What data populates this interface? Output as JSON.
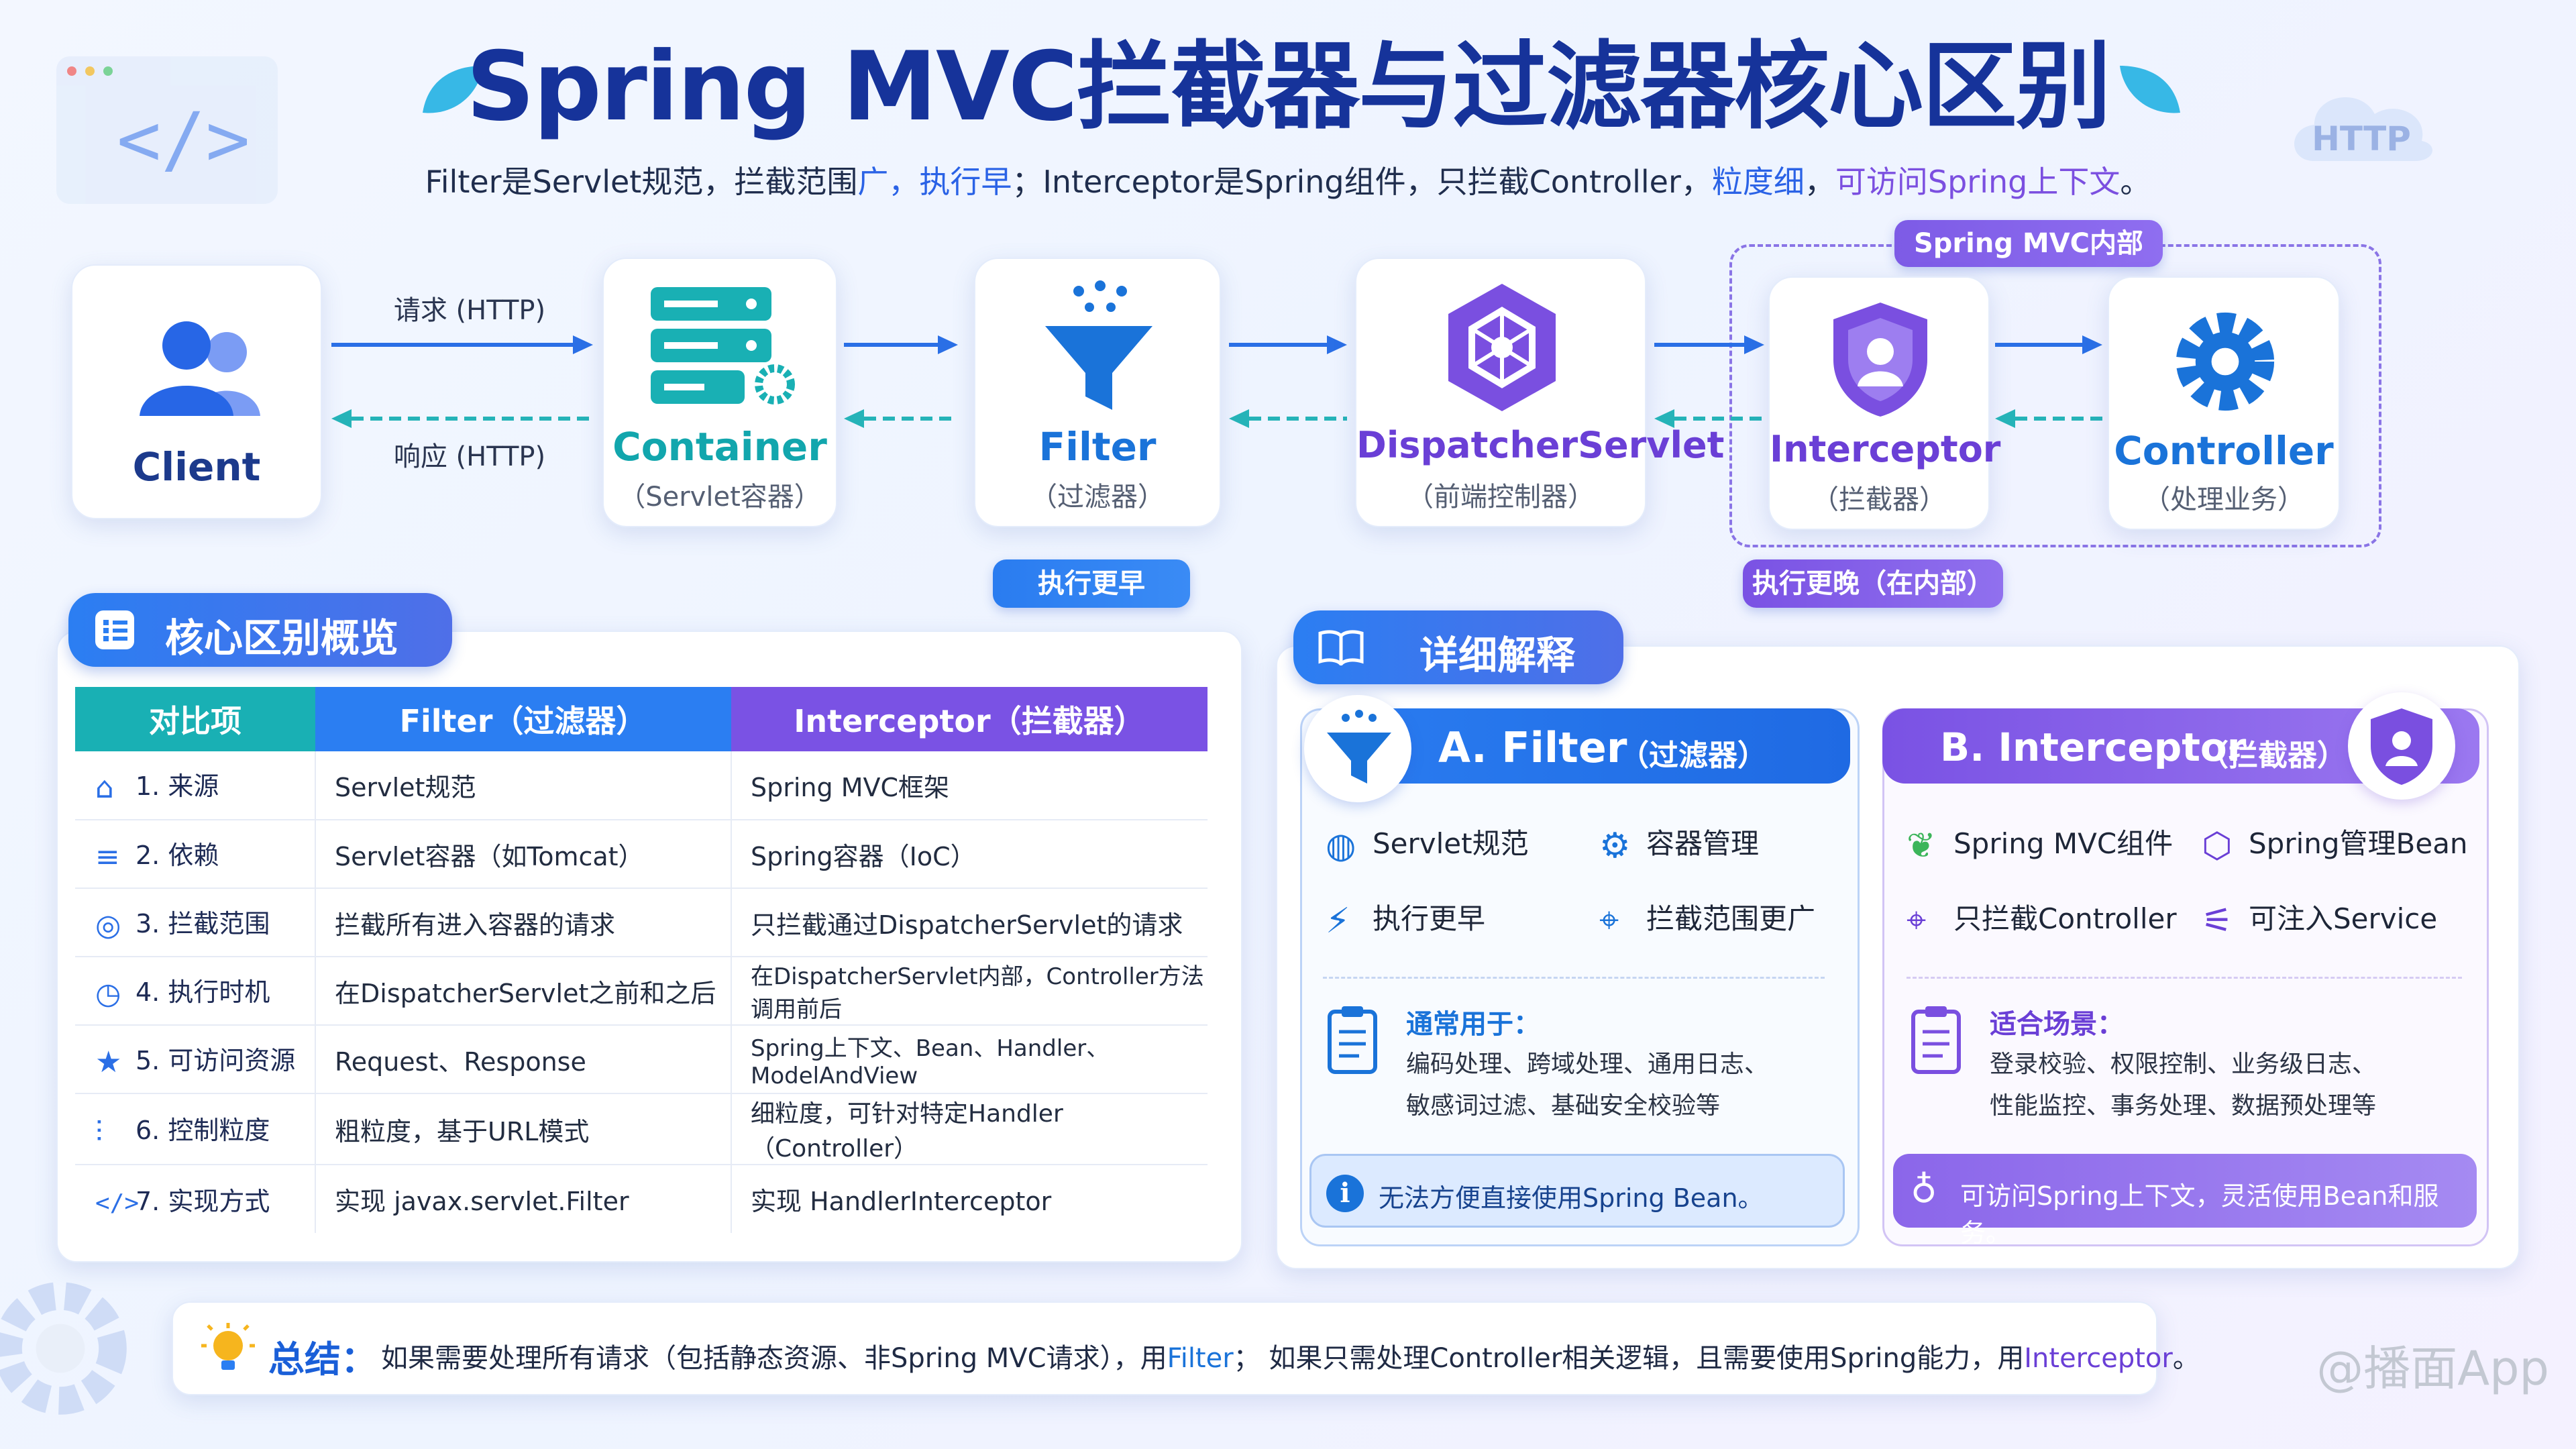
{
  "header": {
    "title": "Spring MVC拦截器与过滤器核心区别",
    "subtitle_parts": {
      "p1": "Filter是Servlet规范，拦截范围",
      "p2": "广，执行早",
      "p3": "；Interceptor是Spring组件，只拦截Controller，",
      "p4": "粒度细",
      "p5": "，",
      "p6": "可访问Spring上下文",
      "p7": "。"
    },
    "http_badge": "HTTP"
  },
  "flow": {
    "request_label": "请求 (HTTP)",
    "response_label": "响应 (HTTP)",
    "group_label": "Spring MVC内部",
    "nodes": {
      "client": {
        "label": "Client"
      },
      "container": {
        "label": "Container",
        "sub": "（Servlet容器）"
      },
      "filter": {
        "label": "Filter",
        "sub": "（过滤器）"
      },
      "dispatcher": {
        "label": "DispatcherServlet",
        "sub": "（前端控制器）"
      },
      "interceptor": {
        "label": "Interceptor",
        "sub": "（拦截器）"
      },
      "controller": {
        "label": "Controller",
        "sub": "（处理业务）"
      }
    },
    "filter_badge": "执行更早",
    "interceptor_badge": "执行更晚（在内部）"
  },
  "overview": {
    "title": "核心区别概览",
    "headers": {
      "item": "对比项",
      "filter": "Filter（过滤器）",
      "interceptor": "Interceptor（拦截器）"
    },
    "rows": [
      {
        "item": "1. 来源",
        "filter": "Servlet规范",
        "interceptor": "Spring MVC框架"
      },
      {
        "item": "2. 依赖",
        "filter": "Servlet容器（如Tomcat）",
        "interceptor": "Spring容器（IoC）"
      },
      {
        "item": "3. 拦截范围",
        "filter": "拦截所有进入容器的请求",
        "interceptor": "只拦截通过DispatcherServlet的请求"
      },
      {
        "item": "4. 执行时机",
        "filter": "在DispatcherServlet之前和之后",
        "interceptor": "在DispatcherServlet内部，Controller方法调用前后"
      },
      {
        "item": "5. 可访问资源",
        "filter": "Request、Response",
        "interceptor": "Spring上下文、Bean、Handler、ModelAndView"
      },
      {
        "item": "6. 控制粒度",
        "filter": "粗粒度，基于URL模式",
        "interceptor": "细粒度，可针对特定Handler（Controller）"
      },
      {
        "item": "7. 实现方式",
        "filter": "实现 javax.servlet.Filter",
        "interceptor": "实现 HandlerInterceptor"
      }
    ]
  },
  "details": {
    "title": "详细解释",
    "filter": {
      "title_main": "A. Filter",
      "title_sub": "（过滤器）",
      "features": [
        "Servlet规范",
        "容器管理",
        "执行更早",
        "拦截范围更广"
      ],
      "use_title": "通常用于：",
      "use_line1": "编码处理、跨域处理、通用日志、",
      "use_line2": "敏感词过滤、基础安全校验等",
      "note": "无法方便直接使用Spring Bean。"
    },
    "interceptor": {
      "title_main": "B. Interceptor",
      "title_sub": "（拦截器）",
      "features": [
        "Spring MVC组件",
        "Spring管理Bean",
        "只拦截Controller",
        "可注入Service"
      ],
      "use_title": "适合场景：",
      "use_line1": "登录校验、权限控制、业务级日志、",
      "use_line2": "性能监控、事务处理、数据预处理等",
      "note": "可访问Spring上下文，灵活使用Bean和服务。"
    }
  },
  "summary": {
    "label": "总结：",
    "t1": "如果需要处理所有请求（包括静态资源、非Spring MVC请求），用",
    "t2": "Filter",
    "t3": "；  如果只需处理Controller相关逻辑，且需要使用Spring能力，用",
    "t4": "Interceptor",
    "t5": "。"
  },
  "watermark": "@播面App",
  "colors": {
    "blue": "#1a73d9",
    "purple": "#6a3fd6",
    "teal": "#19b1b6",
    "title": "#16339a"
  }
}
